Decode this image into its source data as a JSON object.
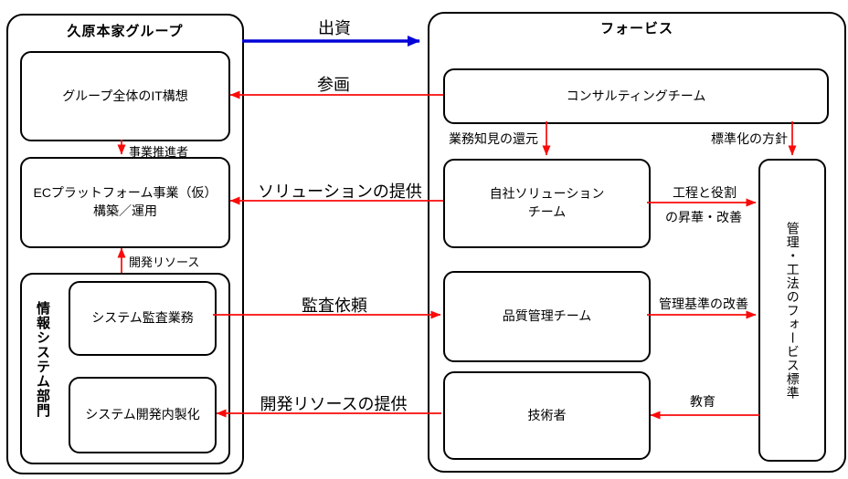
{
  "colors": {
    "red": "#fa0a0a",
    "blue": "#0404d8",
    "line": "#000000"
  },
  "left_group": {
    "title": "久原本家グループ",
    "it_plan_box": "グループ全体のIT構想",
    "ec_box": {
      "line1": "ECプラットフォーム事業（仮）",
      "line2": "構築／運用"
    },
    "dept": {
      "title": "情報システム部門",
      "audit_box": "システム監査業務",
      "dev_box": "システム開発内製化"
    }
  },
  "right_group": {
    "title": "フォービス",
    "consulting_box": "コンサルティングチーム",
    "solution_box": {
      "line1": "自社ソリューション",
      "line2": "チーム"
    },
    "quality_box": "品質管理チーム",
    "engineer_box": "技術者",
    "standard_box": "管理・工法のフォービス標準"
  },
  "arrow_labels": {
    "investment": "出資",
    "participation": "参画",
    "business_promoter": "事業推進者",
    "solution_provision": "ソリューションの提供",
    "dev_resource": "開発リソース",
    "audit_request": "監査依頼",
    "dev_resource_provision": "開発リソースの提供",
    "knowledge_return": "業務知見の還元",
    "standardization_policy": "標準化の方針",
    "process_roles": {
      "line1": "工程と役割",
      "line2": "の昇華・改善"
    },
    "management_improvement": "管理基準の改善",
    "education": "教育"
  }
}
